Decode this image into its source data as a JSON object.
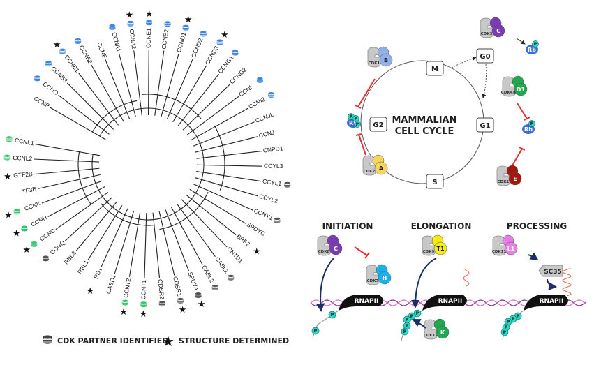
{
  "tree": {
    "leaves": [
      {
        "name": "CCNP",
        "partner": false,
        "structure": false,
        "color": "blue"
      },
      {
        "name": "CCNO",
        "partner": true,
        "structure": false,
        "color": "blue"
      },
      {
        "name": "CCNB3",
        "partner": true,
        "structure": false,
        "color": "blue"
      },
      {
        "name": "CCNB1",
        "partner": true,
        "structure": true,
        "color": "blue"
      },
      {
        "name": "CCNB2",
        "partner": true,
        "structure": false,
        "color": "blue"
      },
      {
        "name": "CCNF",
        "partner": false,
        "structure": false,
        "color": "blue"
      },
      {
        "name": "CCNA1",
        "partner": true,
        "structure": false,
        "color": "blue"
      },
      {
        "name": "CCNA2",
        "partner": true,
        "structure": true,
        "color": "blue"
      },
      {
        "name": "CCNE1",
        "partner": true,
        "structure": true,
        "color": "blue"
      },
      {
        "name": "CCNE2",
        "partner": true,
        "structure": false,
        "color": "blue"
      },
      {
        "name": "CCND1",
        "partner": true,
        "structure": true,
        "color": "blue"
      },
      {
        "name": "CCND2",
        "partner": true,
        "structure": false,
        "color": "blue"
      },
      {
        "name": "CCND3",
        "partner": true,
        "structure": true,
        "color": "blue"
      },
      {
        "name": "CCNG1",
        "partner": true,
        "structure": false,
        "color": "blue"
      },
      {
        "name": "CCNG2",
        "partner": false,
        "structure": false,
        "color": "blue"
      },
      {
        "name": "CCNI",
        "partner": true,
        "structure": false,
        "color": "blue"
      },
      {
        "name": "CCNI2",
        "partner": true,
        "structure": false,
        "color": "blue"
      },
      {
        "name": "CCNJL",
        "partner": false,
        "structure": false,
        "color": "gray"
      },
      {
        "name": "CCNJ",
        "partner": false,
        "structure": false,
        "color": "gray"
      },
      {
        "name": "CNPD1",
        "partner": false,
        "structure": false,
        "color": "gray"
      },
      {
        "name": "CCYL3",
        "partner": false,
        "structure": false,
        "color": "gray"
      },
      {
        "name": "CCYL1",
        "partner": true,
        "structure": false,
        "color": "gray"
      },
      {
        "name": "CCYL2",
        "partner": false,
        "structure": false,
        "color": "gray"
      },
      {
        "name": "CCNY1",
        "partner": true,
        "structure": false,
        "color": "gray"
      },
      {
        "name": "SPDYC",
        "partner": false,
        "structure": false,
        "color": "gray"
      },
      {
        "name": "BRF2",
        "partner": false,
        "structure": true,
        "color": "gray"
      },
      {
        "name": "CNTD1",
        "partner": false,
        "structure": false,
        "color": "gray"
      },
      {
        "name": "CABL1",
        "partner": true,
        "structure": false,
        "color": "gray"
      },
      {
        "name": "CABL2",
        "partner": true,
        "structure": false,
        "color": "gray"
      },
      {
        "name": "SPDYA",
        "partner": true,
        "structure": true,
        "color": "gray"
      },
      {
        "name": "CDSR1",
        "partner": true,
        "structure": true,
        "color": "gray"
      },
      {
        "name": "CDSR2",
        "partner": true,
        "structure": false,
        "color": "gray"
      },
      {
        "name": "CCNT1",
        "partner": true,
        "structure": true,
        "color": "green"
      },
      {
        "name": "CCNT2",
        "partner": true,
        "structure": true,
        "color": "green"
      },
      {
        "name": "CASD1",
        "partner": false,
        "structure": false,
        "color": "gray"
      },
      {
        "name": "RB1",
        "partner": false,
        "structure": true,
        "color": "gray"
      },
      {
        "name": "RBL1",
        "partner": false,
        "structure": false,
        "color": "gray"
      },
      {
        "name": "RBL2",
        "partner": false,
        "structure": false,
        "color": "gray"
      },
      {
        "name": "CCNQ",
        "partner": true,
        "structure": false,
        "color": "gray"
      },
      {
        "name": "CCNC",
        "partner": true,
        "structure": true,
        "color": "green"
      },
      {
        "name": "CCNH",
        "partner": true,
        "structure": true,
        "color": "green"
      },
      {
        "name": "CCNK",
        "partner": true,
        "structure": true,
        "color": "green"
      },
      {
        "name": "TF3B",
        "partner": false,
        "structure": false,
        "color": "gray"
      },
      {
        "name": "GTF2B",
        "partner": false,
        "structure": true,
        "color": "gray"
      },
      {
        "name": "CCNL2",
        "partner": true,
        "structure": false,
        "color": "green"
      },
      {
        "name": "CCNL1",
        "partner": true,
        "structure": false,
        "color": "green"
      }
    ],
    "icon_colors": {
      "blue": "#3d86e6",
      "green": "#3cc46e",
      "gray": "#555555"
    }
  },
  "legend": {
    "partner_label": "CDK PARTNER IDENTIFIED",
    "structure_label": "STRUCTURE DETERMINED"
  },
  "cell_cycle": {
    "title_line1": "MAMMALIAN",
    "title_line2": "CELL CYCLE",
    "phases": [
      "M",
      "G0",
      "G1",
      "S",
      "G2"
    ],
    "complexes": [
      {
        "cdk": "CDK1",
        "cyclin": "B",
        "color": "#8fb0e6"
      },
      {
        "cdk": "CDK3",
        "cyclin": "C",
        "color": "#7b3bb3"
      },
      {
        "cdk": "CDK4/6",
        "cyclin": "D1",
        "color": "#1fa84f"
      },
      {
        "cdk": "CDK2",
        "cyclin": "E",
        "color": "#a3170f"
      },
      {
        "cdk": "CDK2",
        "cyclin": "A",
        "color": "#f5d65a"
      }
    ],
    "rb_label": "Rb",
    "p_label": "P"
  },
  "transcription": {
    "stages": [
      "INITIATION",
      "ELONGATION",
      "PROCESSING"
    ],
    "complexes": [
      {
        "cdk": "CDK8",
        "cyclin": "C",
        "color": "#7b3bb3"
      },
      {
        "cdk": "CDK7",
        "cyclin": "H",
        "color": "#1ab0ea"
      },
      {
        "cdk": "CDK9",
        "cyclin": "T1",
        "color": "#f5ea12"
      },
      {
        "cdk": "CDK12",
        "cyclin": "K",
        "color": "#1fa84f"
      },
      {
        "cdk": "CDK11",
        "cyclin": "L1",
        "color": "#e77ee6"
      }
    ],
    "polymerase_label": "RNAPII",
    "splicing_factor": "SC35",
    "p_label": "P"
  }
}
